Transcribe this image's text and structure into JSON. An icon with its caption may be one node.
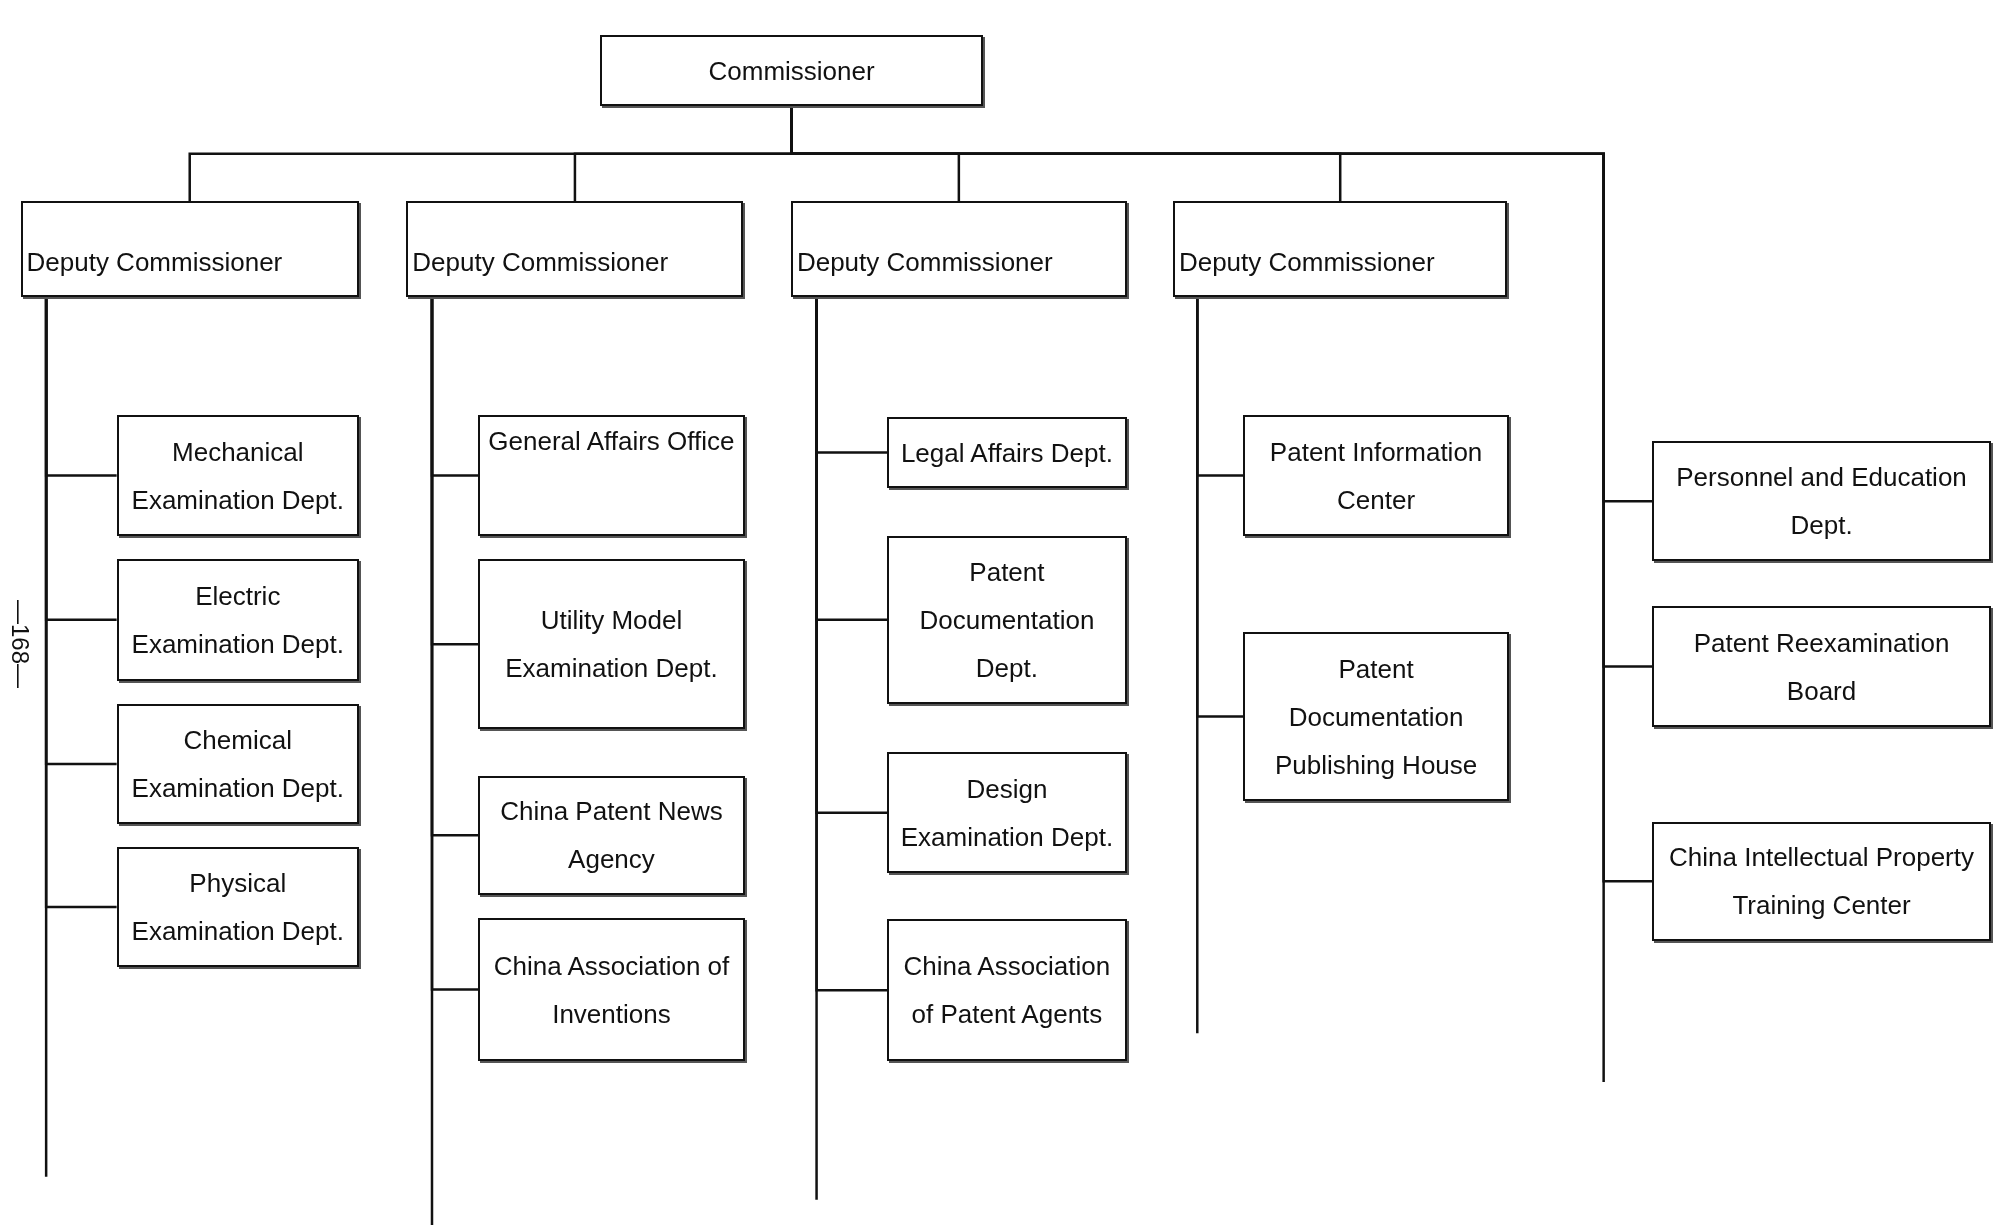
{
  "diagram": {
    "nodes": [
      {
        "text": [
          "Commissioner"
        ]
      },
      {
        "text": [
          "Deputy Commissioner"
        ]
      },
      {
        "text": [
          "Deputy Commissioner"
        ]
      },
      {
        "text": [
          "Deputy Commissioner"
        ]
      },
      {
        "text": [
          "Deputy Commissioner"
        ]
      },
      {
        "text": [
          "Mechanical Examination Dept."
        ]
      },
      {
        "text": [
          "Electric Examination Dept."
        ]
      },
      {
        "text": [
          "Chemical Examination Dept."
        ]
      },
      {
        "text": [
          "Physical Examination Dept."
        ]
      },
      {
        "text": [
          "General Affairs Office"
        ]
      },
      {
        "text": [
          "Utility Model Examination Dept."
        ]
      },
      {
        "text": [
          "China Patent News Agency"
        ]
      },
      {
        "text": [
          "China Association of Inventions"
        ]
      },
      {
        "text": [
          "Legal Affairs Dept."
        ]
      },
      {
        "text": [
          "Patent Documentation Dept."
        ]
      },
      {
        "text": [
          "Design Examination Dept."
        ]
      },
      {
        "text": [
          "China Association of Patent Agents"
        ]
      },
      {
        "text": [
          "Patent Information Center"
        ]
      },
      {
        "text": [
          "Patent Documentation Publishing House"
        ]
      },
      {
        "text": [
          "Personnel and Education Dept."
        ]
      },
      {
        "text": [
          "Patent Reexamination Board"
        ]
      },
      {
        "text": [
          "China Intellectual Property Training Center"
        ]
      }
    ],
    "edges": [
      {
        "from": 0,
        "to": 1,
        "arrow": "none"
      },
      {
        "from": 0,
        "to": 2,
        "arrow": "none"
      },
      {
        "from": 0,
        "to": 3,
        "arrow": "none"
      },
      {
        "from": 0,
        "to": 4,
        "arrow": "none"
      },
      {
        "from": 1,
        "to": 5,
        "arrow": "none"
      },
      {
        "from": 1,
        "to": 6,
        "arrow": "none"
      },
      {
        "from": 1,
        "to": 7,
        "arrow": "none"
      },
      {
        "from": 1,
        "to": 8,
        "arrow": "none"
      },
      {
        "from": 2,
        "to": 9,
        "arrow": "none"
      },
      {
        "from": 2,
        "to": 10,
        "arrow": "none"
      },
      {
        "from": 2,
        "to": 11,
        "arrow": "none"
      },
      {
        "from": 2,
        "to": 12,
        "arrow": "none"
      },
      {
        "from": 3,
        "to": 13,
        "arrow": "none"
      },
      {
        "from": 3,
        "to": 14,
        "arrow": "none"
      },
      {
        "from": 3,
        "to": 15,
        "arrow": "none"
      },
      {
        "from": 3,
        "to": 16,
        "arrow": "none"
      },
      {
        "from": 4,
        "to": 17,
        "arrow": "none"
      },
      {
        "from": 4,
        "to": 18,
        "arrow": "none"
      },
      {
        "from": 0,
        "to": 19,
        "arrow": "none"
      },
      {
        "from": 0,
        "to": 20,
        "arrow": "none"
      },
      {
        "from": 0,
        "to": 21,
        "arrow": "none"
      }
    ],
    "labels": [
      "—168—"
    ]
  }
}
